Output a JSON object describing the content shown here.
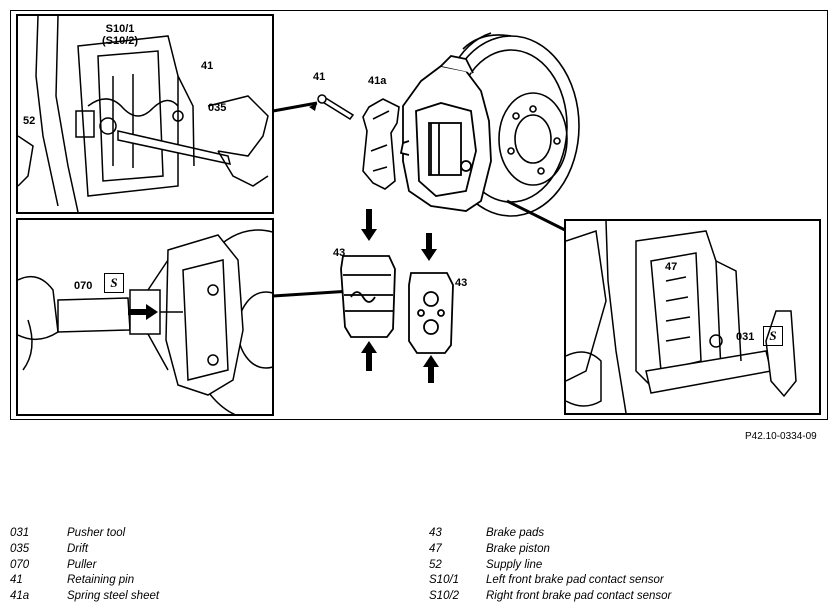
{
  "figure": {
    "callouts": {
      "s10": "S10/1\n(S10/2)",
      "c41_inset": "41",
      "c52": "52",
      "c035": "035",
      "c41_main": "41",
      "c41a": "41a",
      "c070": "070",
      "c43_left": "43",
      "c43_right": "43",
      "c47": "47",
      "c031": "031"
    },
    "reference": "P42.10-0334-09"
  },
  "legend": {
    "left": [
      {
        "code": "031",
        "desc": "Pusher tool"
      },
      {
        "code": "035",
        "desc": "Drift"
      },
      {
        "code": "070",
        "desc": "Puller"
      },
      {
        "code": "41",
        "desc": "Retaining pin"
      },
      {
        "code": "41a",
        "desc": "Spring steel sheet"
      }
    ],
    "right": [
      {
        "code": "43",
        "desc": "Brake pads"
      },
      {
        "code": "47",
        "desc": "Brake piston"
      },
      {
        "code": "52",
        "desc": "Supply line"
      },
      {
        "code": "S10/1",
        "desc": "Left front brake pad contact sensor"
      },
      {
        "code": "S10/2",
        "desc": "Right front brake pad contact sensor"
      }
    ]
  }
}
